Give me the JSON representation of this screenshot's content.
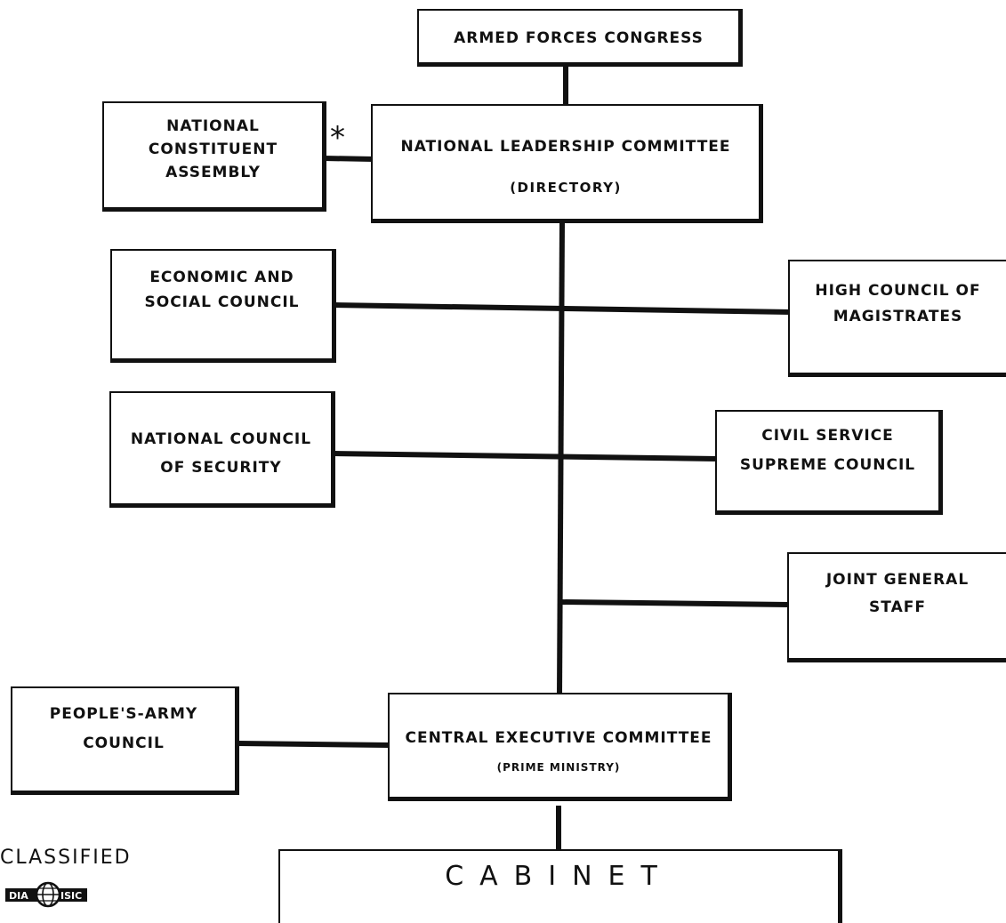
{
  "boxes": {
    "armed_forces_congress": "ARMED FORCES CONGRESS",
    "national_constituent_assembly": [
      "NATIONAL",
      "CONSTITUENT",
      "ASSEMBLY"
    ],
    "national_leadership_committee": "NATIONAL LEADERSHIP COMMITTEE",
    "directory": "(DIRECTORY)",
    "economic_social_council": [
      "ECONOMIC AND",
      "SOCIAL COUNCIL"
    ],
    "high_council_magistrates": [
      "HIGH COUNCIL OF",
      "MAGISTRATES"
    ],
    "national_council_security": [
      "NATIONAL COUNCIL",
      "OF SECURITY"
    ],
    "civil_service_supreme_council": [
      "CIVIL SERVICE",
      "SUPREME COUNCIL"
    ],
    "joint_general_staff": [
      "JOINT GENERAL",
      "STAFF"
    ],
    "peoples_army_council": [
      "PEOPLE'S-ARMY",
      "COUNCIL"
    ],
    "central_executive_committee": "CENTRAL EXECUTIVE COMMITTEE",
    "prime_ministry": "(PRIME MINISTRY)",
    "cabinet": "CABINET"
  },
  "asterisk": "*",
  "footer": {
    "classified": "CLASSIFIED",
    "stamp_left": "DIA",
    "stamp_right": "ISIC"
  }
}
